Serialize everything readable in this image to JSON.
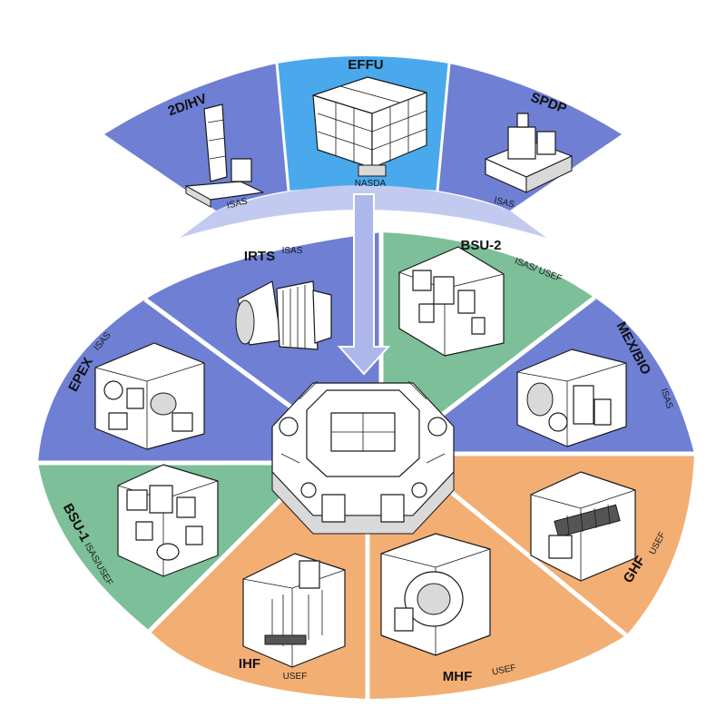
{
  "colors": {
    "blue": "#6f7fd4",
    "light_blue": "#4aa9ec",
    "green": "#7cbf98",
    "orange": "#f2ae73",
    "band": "#c3caf0",
    "arrow": "#aeb7ec"
  },
  "top_modules": [
    {
      "name": "2D/HV",
      "agency": "ISAS",
      "color": "blue"
    },
    {
      "name": "EFFU",
      "agency": "NASDA",
      "color": "light_blue"
    },
    {
      "name": "SPDP",
      "agency": "ISAS",
      "color": "blue"
    }
  ],
  "ring_modules": [
    {
      "name": "IRTS",
      "agency": "ISAS",
      "color": "blue"
    },
    {
      "name": "BSU-2",
      "agency": "ISAS/ USEF",
      "color": "green"
    },
    {
      "name": "MEX/BIO",
      "agency": "ISAS",
      "color": "blue"
    },
    {
      "name": "GHF",
      "agency": "USEF",
      "color": "orange"
    },
    {
      "name": "MHF",
      "agency": "USEF",
      "color": "orange"
    },
    {
      "name": "IHF",
      "agency": "USEF",
      "color": "orange"
    },
    {
      "name": "BSU-1",
      "agency": "ISAS/USEF",
      "color": "green"
    },
    {
      "name": "EPEX",
      "agency": "ISAS",
      "color": "blue"
    }
  ]
}
